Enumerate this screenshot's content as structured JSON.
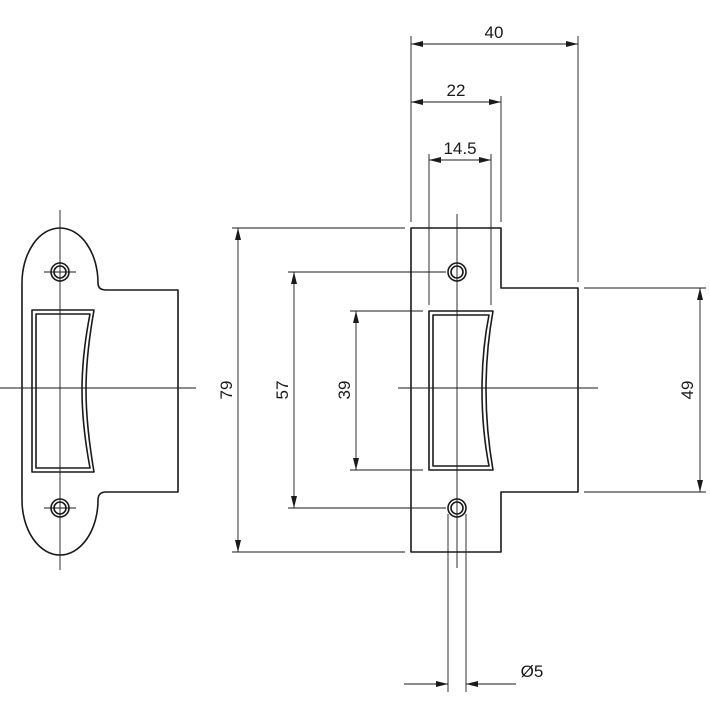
{
  "dimensions": {
    "overall_width": "40",
    "tongue_width": "22",
    "hole_spacing_width": "14.5",
    "overall_height": "79",
    "hole_spacing": "57",
    "opening_height": "39",
    "body_height": "49",
    "hole_diameter": "Ø5"
  }
}
